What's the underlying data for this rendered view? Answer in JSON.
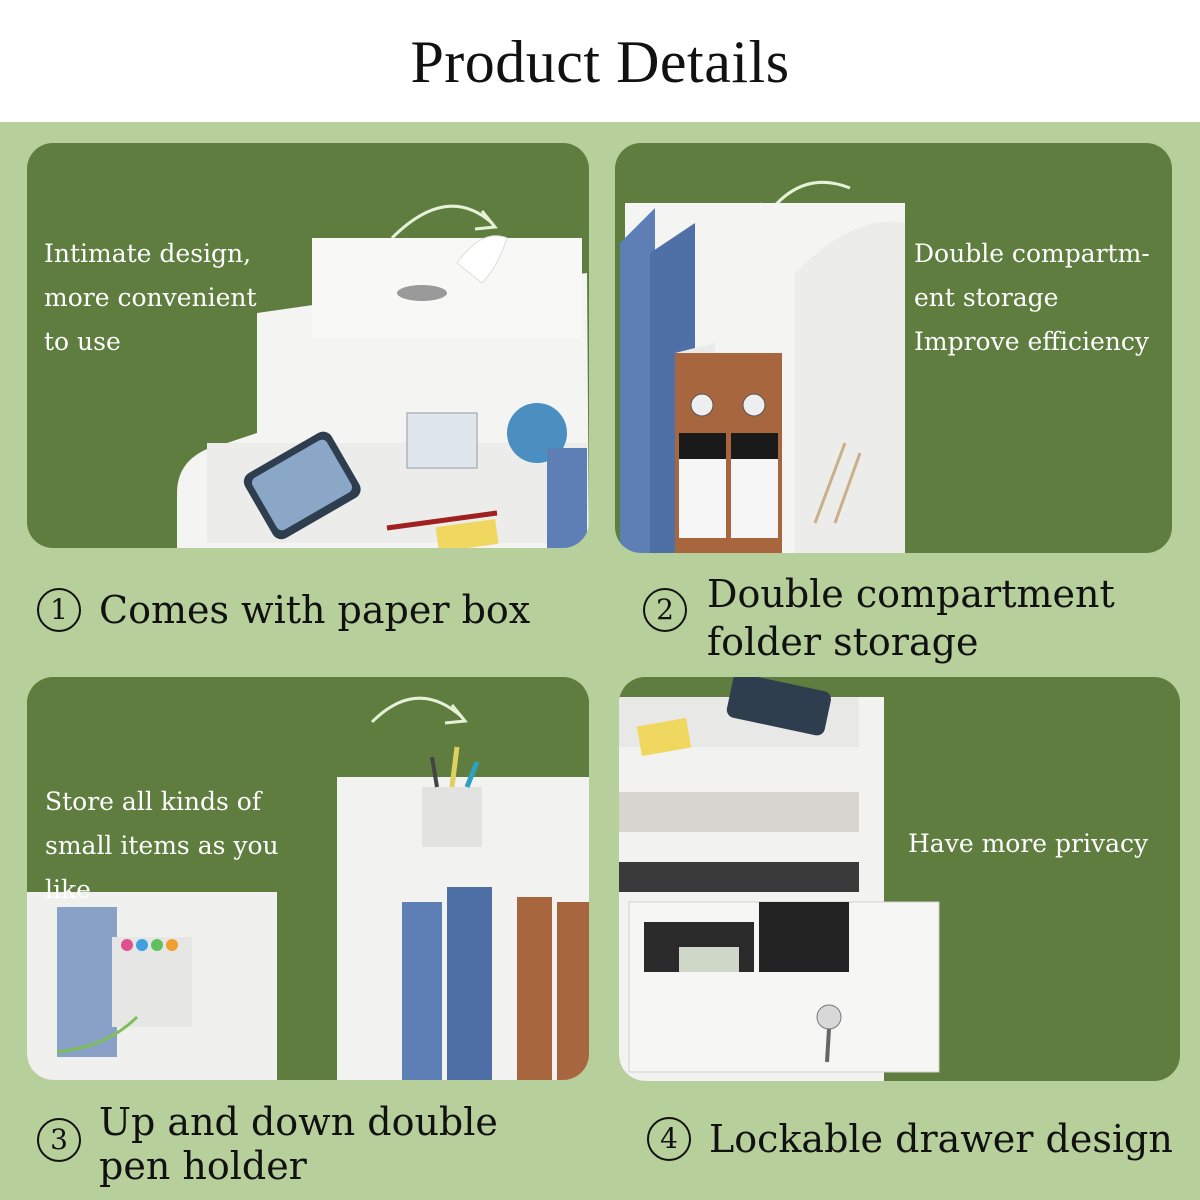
{
  "header": {
    "title": "Product Details"
  },
  "panels": [
    {
      "number": "1",
      "caption": [
        "Comes with paper box"
      ],
      "note": [
        "Intimate design,",
        "more convenient",
        "to use"
      ]
    },
    {
      "number": "2",
      "caption": [
        "Double compartment",
        "folder storage"
      ],
      "note": [
        "Double compartm-",
        "ent storage",
        "Improve efficiency"
      ]
    },
    {
      "number": "3",
      "caption": [
        "Up and down double",
        "pen holder"
      ],
      "note": [
        "Store all kinds of",
        "small items as you",
        "like"
      ]
    },
    {
      "number": "4",
      "caption": [
        "Lockable drawer design"
      ],
      "note": [
        "Have more privacy"
      ]
    }
  ],
  "colors": {
    "background": "#b7cf9a",
    "panel": "#5e7d3f",
    "organizer_white": "#f4f4f2",
    "folder_blue": "#5d7fb5",
    "folder_brown": "#a8663e"
  }
}
